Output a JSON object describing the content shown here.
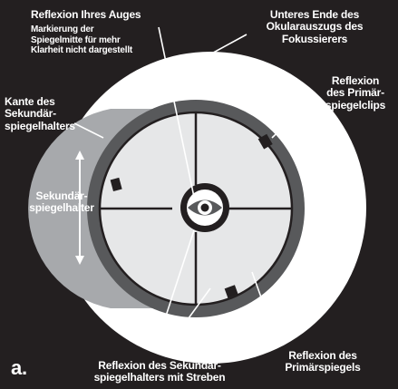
{
  "colors": {
    "background": "#231f20",
    "tube_white": "#ffffff",
    "secondary_holder_shadow": "#a7a9ac",
    "primary_reflection": "#e6e7e8",
    "dark_ring": "#58595b",
    "black": "#231f20",
    "eye_iris": "#939598"
  },
  "labels": {
    "eye_reflection": "Reflexion Ihres Auges",
    "center_mark_note": [
      "Markierung der",
      "Spiegelmitte für mehr",
      "Klarheit nicht dargestellt"
    ],
    "focuser_bottom": [
      "Unteres Ende des",
      "Okularauszugs  des",
      "Fokussierers"
    ],
    "holder_edge": [
      "Kante des",
      "Sekundär-",
      "spiegelhalters"
    ],
    "primary_clips": [
      "Reflexion",
      "des Primär-",
      "spiegelclips"
    ],
    "secondary_holder": [
      "Sekundär-",
      "spiegelhalter"
    ],
    "primary_reflection": [
      "Reflexion des",
      "Primärspiegels"
    ],
    "holder_reflection": [
      "Reflexion des Sekundär-",
      "spiegelhalters mit Streben"
    ],
    "figure_letter": "a."
  }
}
